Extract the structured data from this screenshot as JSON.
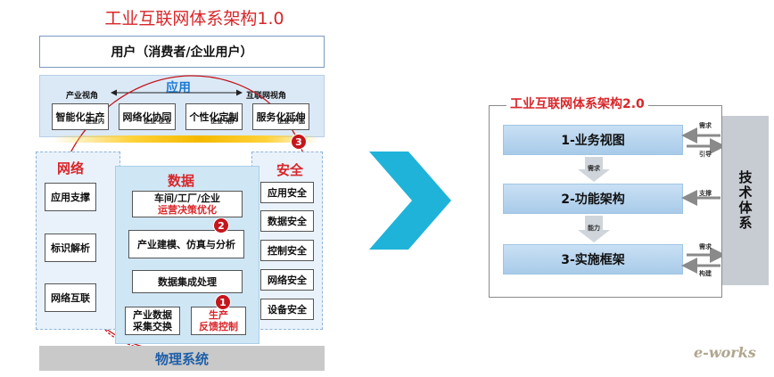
{
  "v1": {
    "title": "工业互联网体系架构1.0",
    "users": "用户（消费者/企业用户）",
    "app": {
      "label": "应用",
      "left_perspective": "产业视角",
      "right_perspective": "互联网视角",
      "items": [
        {
          "label": "智能化生产",
          "tag": "企业内"
        },
        {
          "label": "网络化协同",
          "tag": "企业-企业"
        },
        {
          "label": "个性化定制",
          "tag": "企业-用户"
        },
        {
          "label": "服务化延伸",
          "tag": "企业-产品"
        }
      ]
    },
    "network": {
      "label": "网络",
      "items": [
        "应用支撑",
        "标识解析",
        "网络互联"
      ]
    },
    "data": {
      "label": "数据",
      "top": {
        "line1": "车间/工厂/企业",
        "line2": "运营决策优化"
      },
      "modeling": "产业建模、仿真与分析",
      "integration": "数据集成处理",
      "collect": {
        "line1": "产业数据",
        "line2": "采集交换"
      },
      "feedback": {
        "line1": "生产",
        "line2": "反馈控制"
      }
    },
    "security": {
      "label": "安全",
      "items": [
        "应用安全",
        "数据安全",
        "控制安全",
        "网络安全",
        "设备安全"
      ]
    },
    "physical": "物理系统",
    "badges": [
      "1",
      "2",
      "3"
    ]
  },
  "v2": {
    "title": "工业互联网体系架构2.0",
    "layers": [
      "1-业务视图",
      "2-功能架构",
      "3-实施框架"
    ],
    "between": [
      "需求",
      "能力"
    ],
    "tech": "技术体系",
    "side": {
      "top_upper": "需求",
      "top_lower": "引导",
      "middle": "支撑",
      "bottom_upper": "需求",
      "bottom_lower": "构建"
    }
  },
  "logo": "e-works",
  "colors": {
    "red": "#d8262a",
    "blue": "#1f7ad1",
    "cyan": "#1fb3d9"
  }
}
